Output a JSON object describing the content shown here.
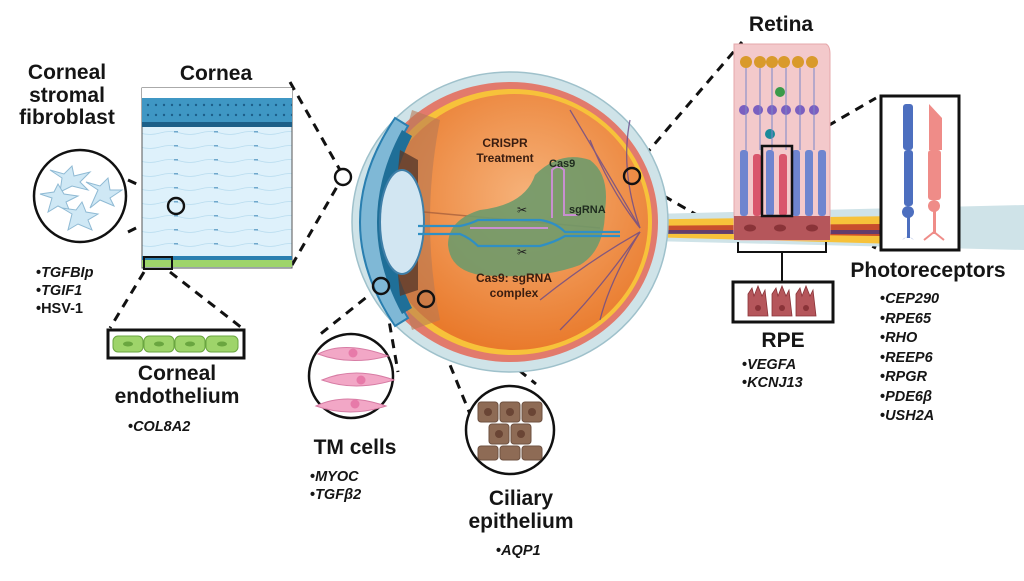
{
  "title": "CRISPR gene therapy targets in the eye",
  "center": {
    "treatment_label_line1": "CRISPR",
    "treatment_label_line2": "Treatment",
    "cas9_label": "Cas9",
    "sgrna_label": "sgRNA",
    "complex_label_line1": "Cas9: sgRNA",
    "complex_label_line2": "complex"
  },
  "panels": {
    "stromal_fibroblast": {
      "title_line1": "Corneal",
      "title_line2": "stromal",
      "title_line3": "fibroblast",
      "genes": [
        {
          "name": "TGFBIp",
          "italic": true
        },
        {
          "name": "TGIF1",
          "italic": true
        },
        {
          "name": "HSV-1",
          "italic": false
        }
      ]
    },
    "cornea": {
      "title": "Cornea"
    },
    "corneal_endothelium": {
      "title_line1": "Corneal",
      "title_line2": "endothelium",
      "genes": [
        {
          "name": "COL8A2",
          "italic": true
        }
      ]
    },
    "tm_cells": {
      "title": "TM cells",
      "genes": [
        {
          "name": "MYOC",
          "italic": true
        },
        {
          "name": "TGFβ2",
          "italic": true
        }
      ]
    },
    "ciliary_epithelium": {
      "title_line1": "Ciliary",
      "title_line2": "epithelium",
      "genes": [
        {
          "name": "AQP1",
          "italic": true
        }
      ]
    },
    "retina": {
      "title": "Retina"
    },
    "rpe": {
      "title": "RPE",
      "genes": [
        {
          "name": "VEGFA",
          "italic": true
        },
        {
          "name": "KCNJ13",
          "italic": true
        }
      ]
    },
    "photoreceptors": {
      "title": "Photoreceptors",
      "genes": [
        {
          "name": "CEP290",
          "italic": true
        },
        {
          "name": "RPE65",
          "italic": true
        },
        {
          "name": "RHO",
          "italic": true
        },
        {
          "name": "REEP6",
          "italic": true
        },
        {
          "name": "RPGR",
          "italic": true
        },
        {
          "name": "PDE6β",
          "italic": true
        },
        {
          "name": "USH2A",
          "italic": true
        }
      ]
    }
  },
  "colors": {
    "vitreous": "#ef8a3a",
    "sclera": "#cfe3e8",
    "choroid": "#e27a6c",
    "retina_layer": "#f7c23a",
    "cas9_blob": "#6f9a6a",
    "dna": "#2f8fc4",
    "sgrna": "#c88fd0",
    "cornea_epi": "#2a7fb0",
    "stroma": "#dcf0fb",
    "endothelium": "#9ed46a",
    "tm_cell": "#f2a7c6",
    "ciliary_cell": "#8e6b55",
    "rpe_cell": "#b5565b",
    "rod": "#4d6fbf",
    "cone": "#ef8c88"
  }
}
